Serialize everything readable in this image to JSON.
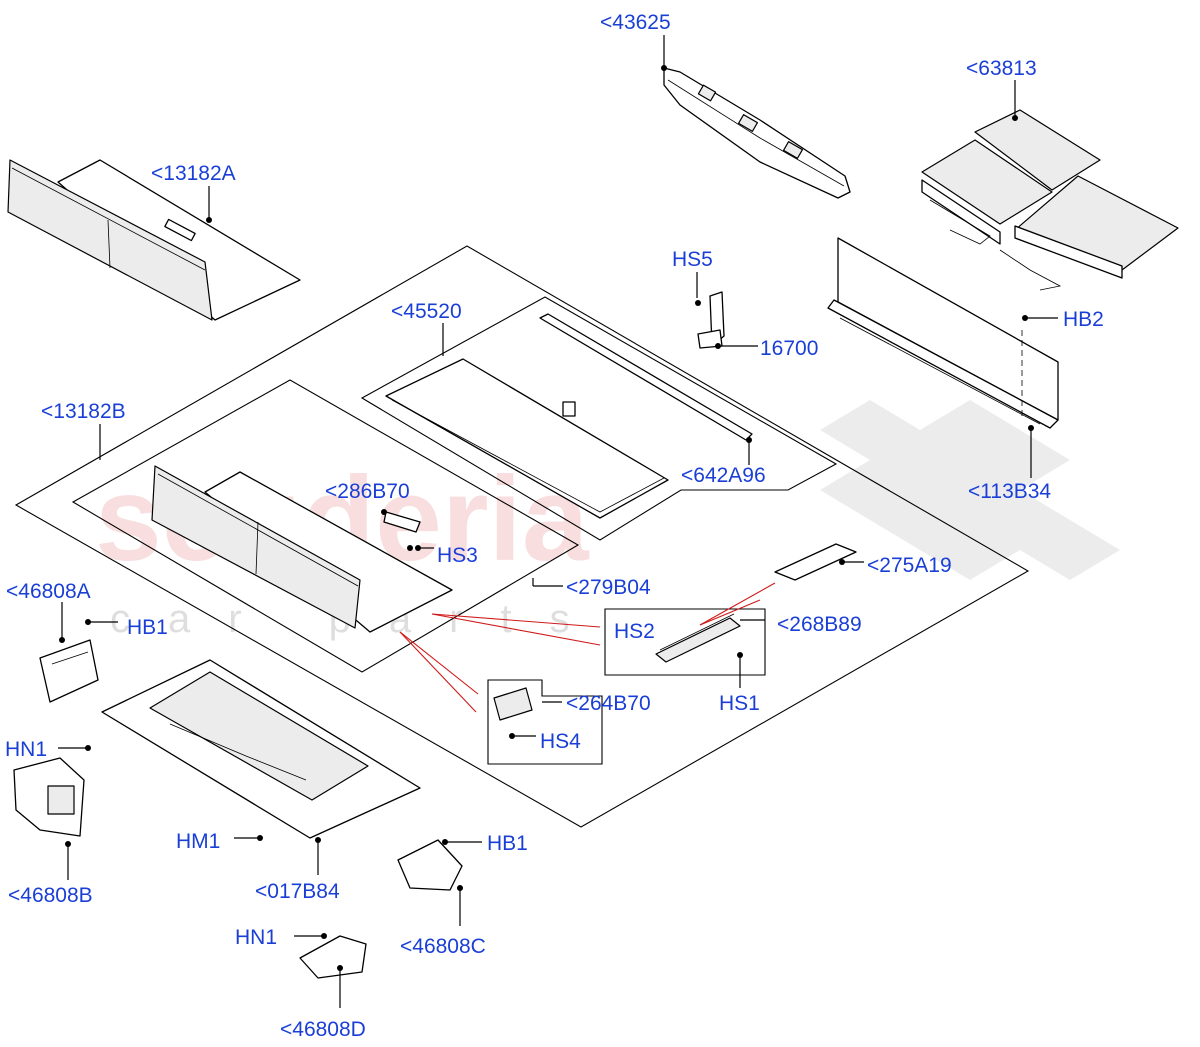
{
  "watermark": {
    "brand": "scuderia",
    "sub": "car parts"
  },
  "colors": {
    "callout": "#1a3fd6",
    "leader": "#000000",
    "highlight_leader": "#d01919",
    "watermark": "#f3c4c4"
  },
  "callouts": {
    "c43625": "<43625",
    "c63813": "<63813",
    "c13182A": "<13182A",
    "cHS5": "HS5",
    "c45520": "<45520",
    "cHB2_top": "HB2",
    "c16700": "16700",
    "c13182B": "<13182B",
    "c642A96": "<642A96",
    "c113B34": "<113B34",
    "c286B70": "<286B70",
    "cHS3": "HS3",
    "c275A19": "<275A19",
    "c279B04": "<279B04",
    "c46808A": "<46808A",
    "cHB1_left": "HB1",
    "cHS2": "HS2",
    "c268B89": "<268B89",
    "c264B70": "<264B70",
    "cHS1": "HS1",
    "cHS4": "HS4",
    "cHN1_left": "HN1",
    "cHM1": "HM1",
    "cHB1_bottom": "HB1",
    "c46808B": "<46808B",
    "c017B84": "<017B84",
    "c46808C": "<46808C",
    "cHN1_bottom": "HN1",
    "c46808D": "<46808D"
  }
}
